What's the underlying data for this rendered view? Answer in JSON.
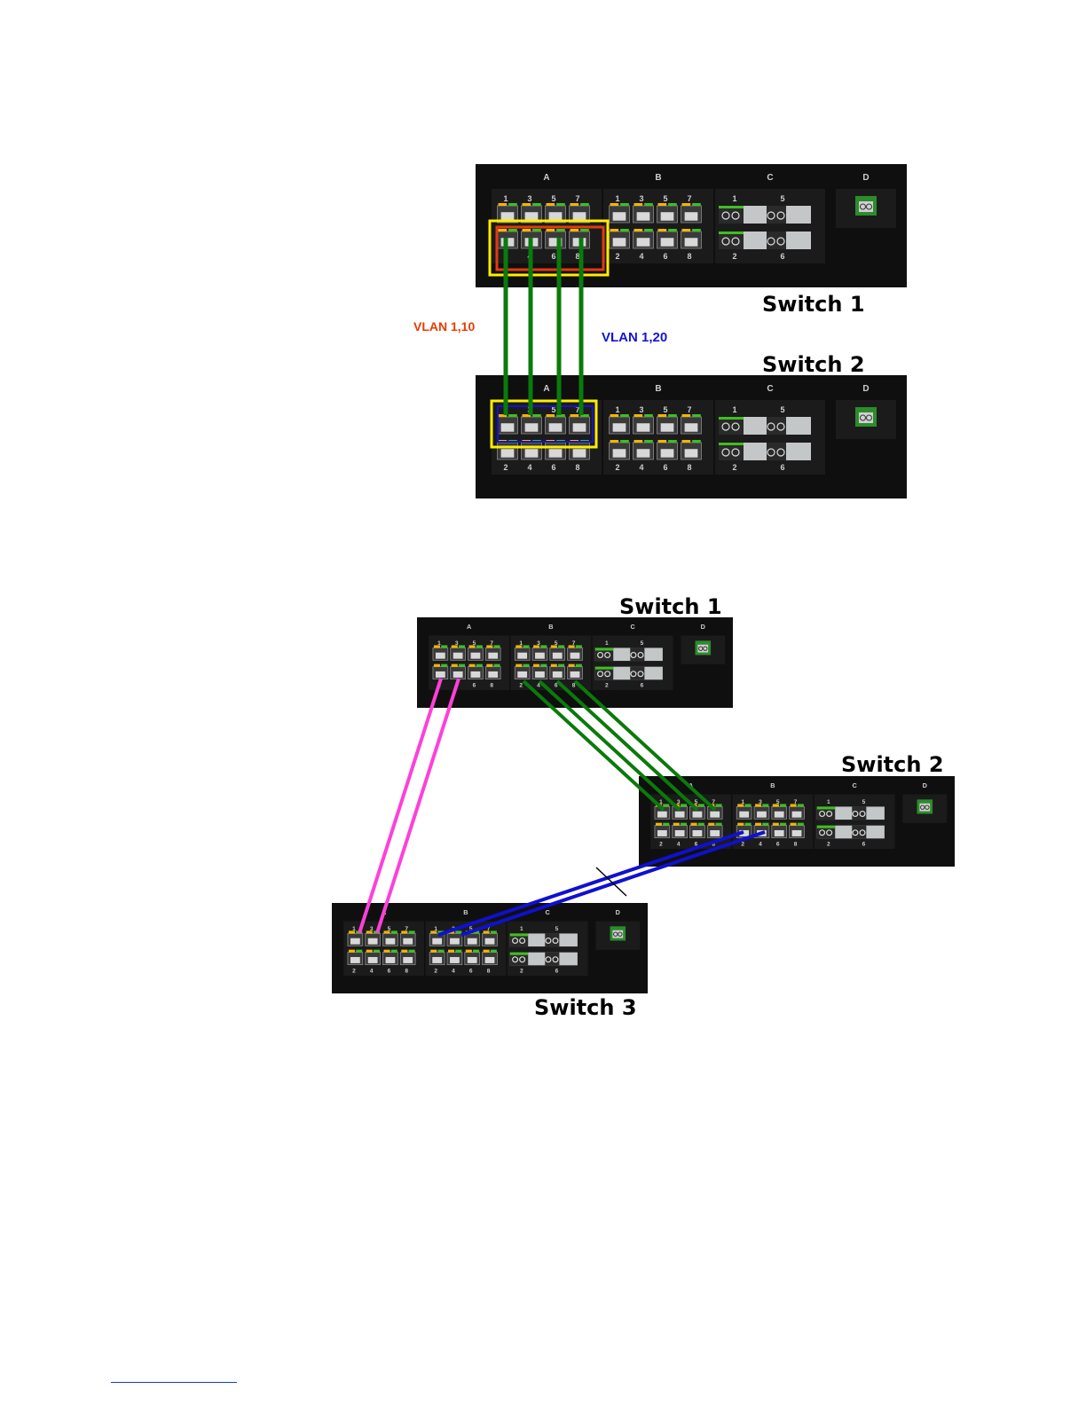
{
  "colors": {
    "chassis": "#0f0f0f",
    "module": "#1b1b1b",
    "port_led_yellow": "#f2b600",
    "port_led_green": "#3fbf1f",
    "sfp_body": "#c4c7c8",
    "cable_green": "#0a7a0a",
    "cable_magenta": "#ff40d8",
    "cable_blue": "#1010d0",
    "highlight_yellow": "#ffee00",
    "highlight_red": "#e23a10",
    "highlight_blue": "#1414c8",
    "vlan_red": "#e63c00",
    "vlan_blue": "#1414d2"
  },
  "module_labels": [
    "A",
    "B",
    "C",
    "D"
  ],
  "port_numbers_top": [
    "1",
    "3",
    "5",
    "7"
  ],
  "port_numbers_bottom": [
    "2",
    "4",
    "6",
    "8"
  ],
  "sfp_numbers_top": [
    "1",
    "5"
  ],
  "sfp_numbers_bottom": [
    "2",
    "6"
  ],
  "figure1": {
    "switch1_label": "Switch 1",
    "switch2_label": "Switch 2",
    "vlan_left": "VLAN 1,10",
    "vlan_right": "VLAN 1,20"
  },
  "figure2": {
    "switch1_label": "Switch 1",
    "switch2_label": "Switch 2",
    "switch3_label": "Switch 3"
  }
}
